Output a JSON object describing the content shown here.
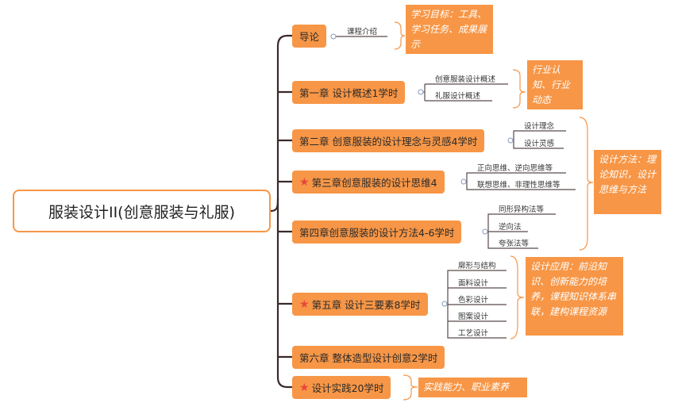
{
  "root": {
    "label": "服装设计II(创意服装与礼服)"
  },
  "topics": [
    {
      "label": "导论",
      "starred": false,
      "subtopics": [
        "课程介绍"
      ]
    },
    {
      "label": "第一章 设计概述1学时",
      "starred": false,
      "subtopics": [
        "创意服装设计概述",
        "礼服设计概述"
      ]
    },
    {
      "label": "第二章 创意服装的设计理念与灵感4学时",
      "starred": false,
      "subtopics": [
        "设计理念",
        "设计灵感"
      ]
    },
    {
      "label": "第三章创意服装的设计思维4",
      "starred": true,
      "subtopics": [
        "正向思维、逆向思维等",
        "联想思维、非理性思维等"
      ]
    },
    {
      "label": "第四章创意服装的设计方法4-6学时",
      "starred": false,
      "subtopics": [
        "同形异构法等",
        "逆向法",
        "夸张法等"
      ]
    },
    {
      "label": "第五章 设计三要素8学时",
      "starred": true,
      "subtopics": [
        "廓形与结构",
        "面料设计",
        "色彩设计",
        "图案设计",
        "工艺设计"
      ]
    },
    {
      "label": "第六章 整体造型设计创意2学时",
      "starred": false,
      "subtopics": []
    },
    {
      "label": "设计实践20学时",
      "starred": true,
      "subtopics": []
    }
  ],
  "callouts": [
    "学习目标：工具、学习任务、成果展示",
    "行业认知、行业动态",
    "设计方法：理论知识，设计思维与方法",
    "设计应用：前沿知识、创新能力的培养，课程知识体系串联，建构课程资源",
    "实践能力、职业素养"
  ],
  "colors": {
    "topic": "#f79646",
    "star": "#e8453c",
    "trunk": "#3a2a2a"
  }
}
